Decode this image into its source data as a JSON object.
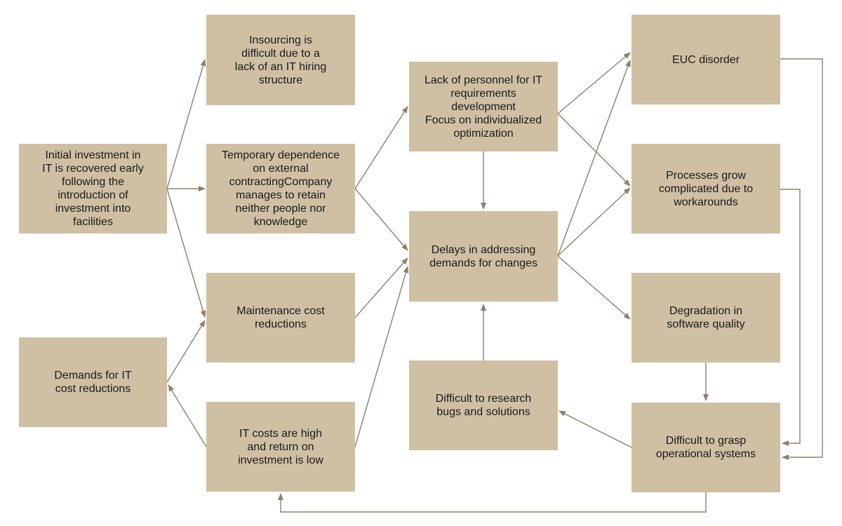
{
  "nodes": {
    "initial_investment": "Initial investment in\nIT is recovered early\nfollowing the\nintroduction of\ninvestment into\nfacilities",
    "demands_cost_reductions": "Demands for IT\ncost reductions",
    "insourcing_difficult": "Insourcing is\ndifficult due to a\nlack of an IT hiring\nstructure",
    "temporary_dependence": "Temporary dependence\non external\ncontractingCompany\nmanages to retain\nneither people nor\nknowledge",
    "maintenance_cost": "Maintenance cost\nreductions",
    "it_costs_high": "IT costs are high\nand return on\ninvestment is low",
    "lack_of_personnel": "Lack of personnel for IT\nrequirements\ndevelopment\nFocus on individualized\noptimization",
    "delays_addressing": "Delays in addressing\ndemands for changes",
    "difficult_research": "Difficult to research\nbugs and solutions",
    "euc_disorder": "EUC disorder",
    "processes_grow": "Processes grow\ncomplicated due to\nworkarounds",
    "degradation_quality": "Degradation in\nsoftware quality",
    "difficult_grasp": "Difficult to grasp\noperational systems"
  },
  "colors": {
    "box_fill": "#cfc0a4",
    "arrow": "#8e806b",
    "text": "#1a1a1a"
  }
}
